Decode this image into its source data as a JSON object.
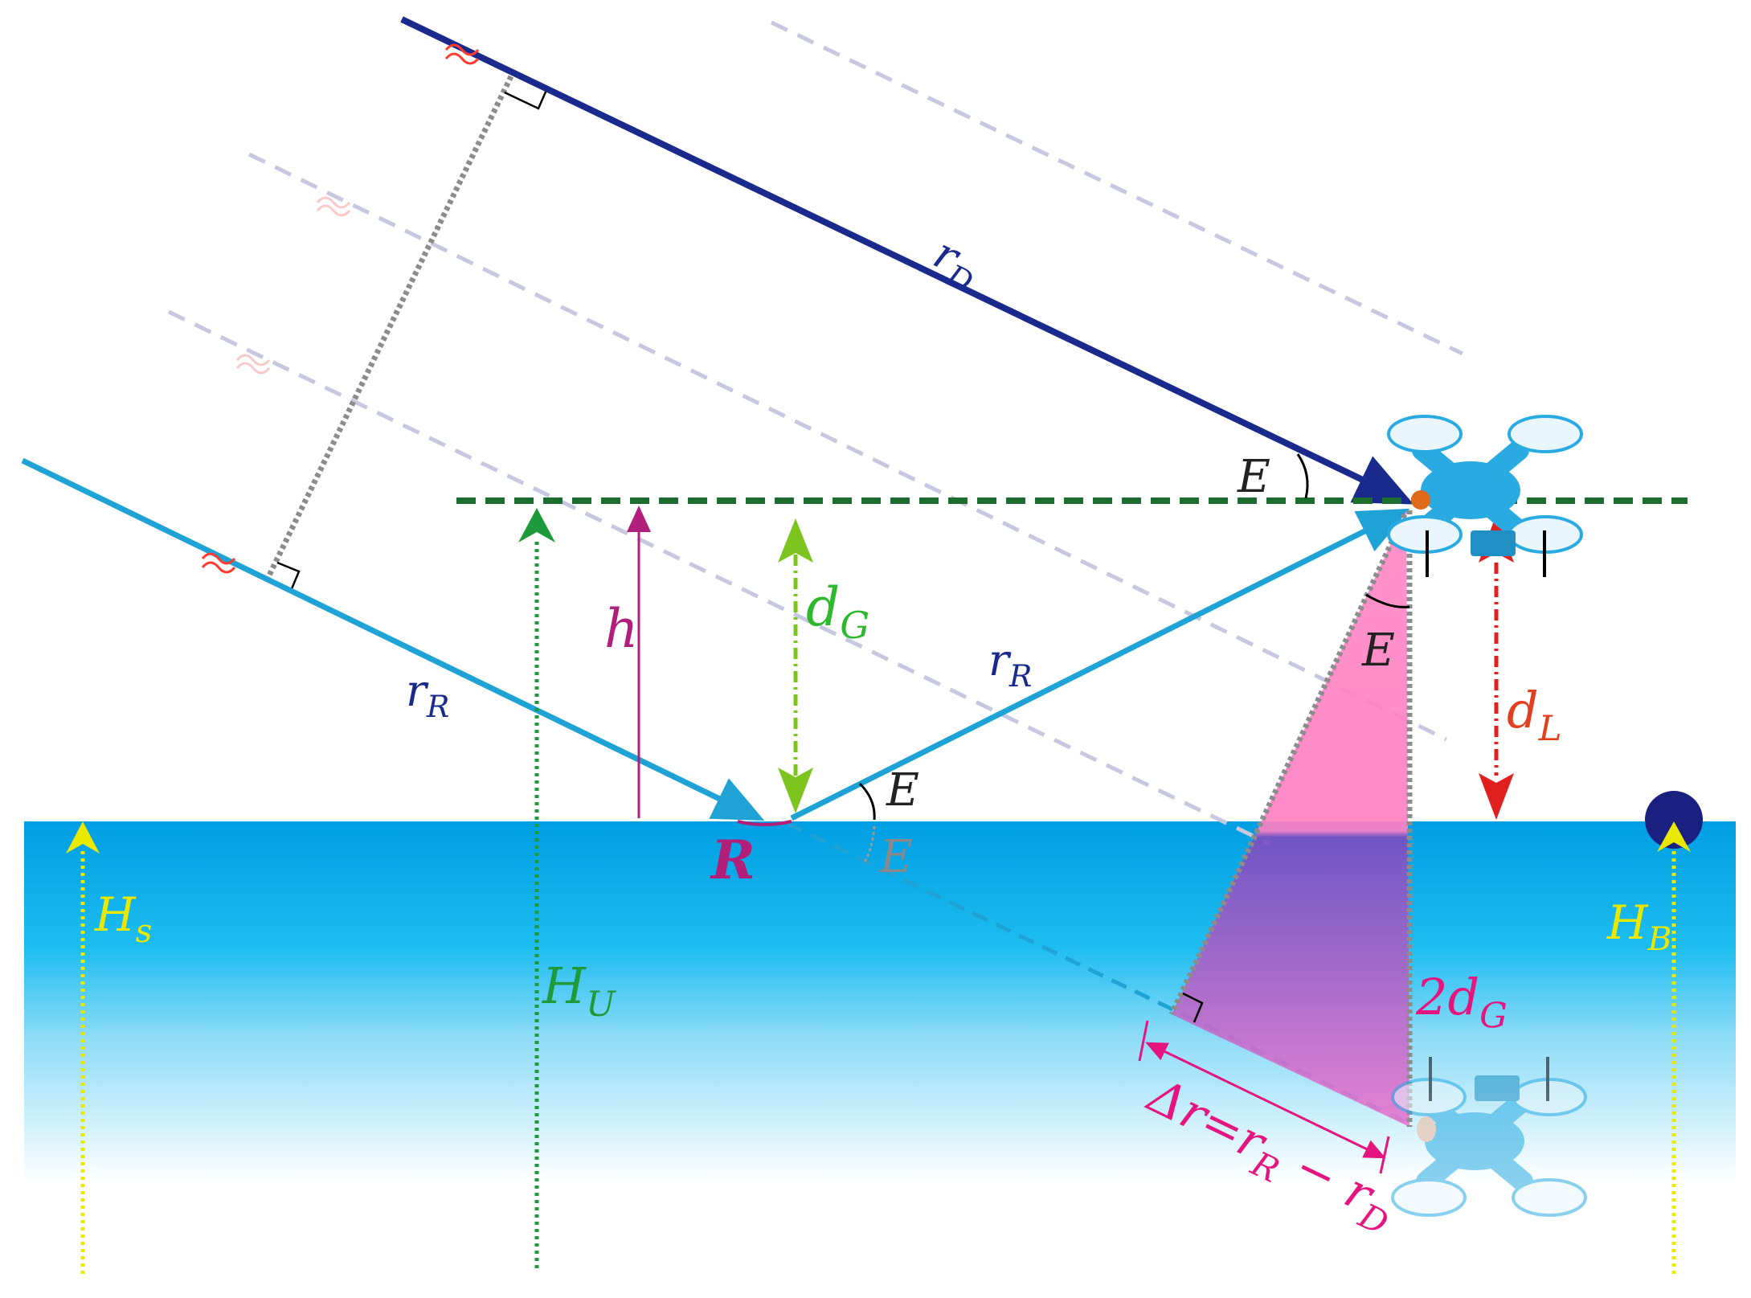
{
  "labels": {
    "rD": {
      "main": "r",
      "sub": "D"
    },
    "rR_incoming": {
      "main": "r",
      "sub": "R"
    },
    "rR_reflected": {
      "main": "r",
      "sub": "R"
    },
    "h": {
      "main": "h"
    },
    "dG": {
      "main": "d",
      "sub": "G"
    },
    "dL": {
      "main": "d",
      "sub": "L"
    },
    "E_top": {
      "main": "E"
    },
    "E_drone": {
      "main": "E"
    },
    "E_reflect": {
      "main": "E"
    },
    "E_under": {
      "main": "E"
    },
    "R_point": {
      "main": "R"
    },
    "Hs": {
      "main": "H",
      "sub": "s"
    },
    "HU": {
      "main": "H",
      "sub": "U"
    },
    "HB": {
      "main": "H",
      "sub": "B"
    },
    "two_dG": {
      "main": "2d",
      "sub": "G"
    },
    "delta_r": {
      "main": "Δr=r",
      "sub1": "R",
      "mid": " − r",
      "sub2": "D"
    }
  },
  "colors": {
    "direct": "#1a2a8c",
    "reflected": "#1fa2d6",
    "horizon": "#1b6e2e",
    "water_top": "#009ee3",
    "water_mid": "#1ebdf0",
    "triangle": "#ff4fb0",
    "height_h": "#b0207a",
    "dG": "#7dc41f",
    "dL": "#e0201e",
    "hs_hb": "#e8e800",
    "hu": "#1f9a3a",
    "guide": "#c7c8e0",
    "drone": "#29abe2"
  },
  "icons": {
    "drone": "drone-icon",
    "drone_reflection": "drone-reflection-icon",
    "buoy": "buoy-icon"
  }
}
